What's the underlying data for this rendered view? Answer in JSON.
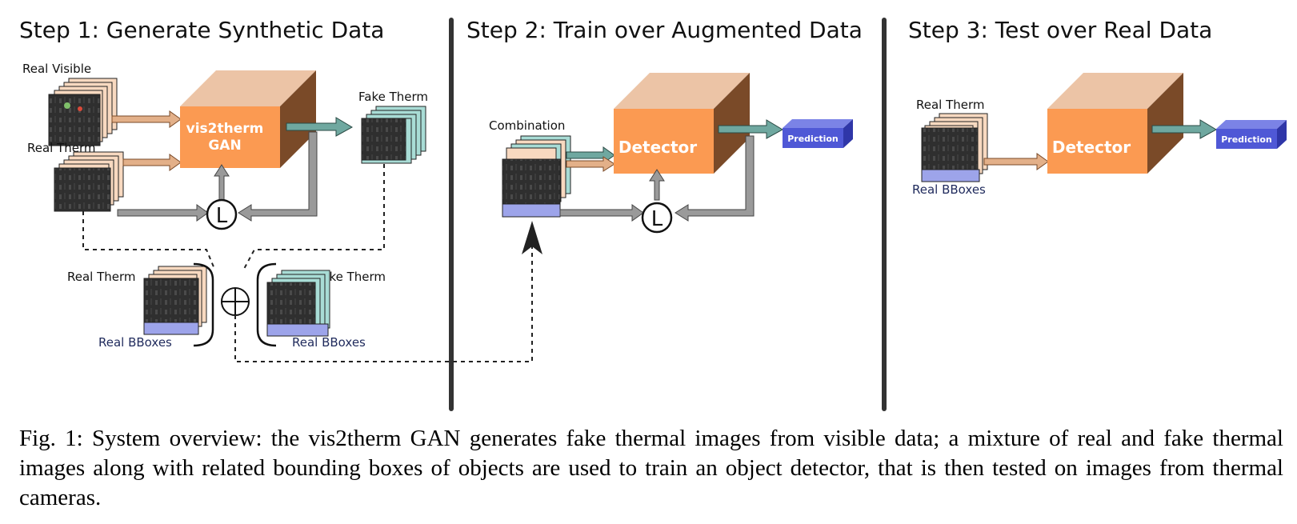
{
  "steps": {
    "step1": "Step 1: Generate Synthetic Data",
    "step2": "Step 2: Train over Augmented Data",
    "step3": "Step 3: Test over Real Data"
  },
  "labels": {
    "real_visible": "Real Visible",
    "real_therm": "Real Therm",
    "fake_therm": "Fake Therm",
    "real_bboxes": "Real BBoxes",
    "combination": "Combination",
    "gan_line1": "vis2therm",
    "gan_line2": "GAN",
    "detector": "Detector",
    "prediction": "Prediction",
    "loss": "L"
  },
  "colors": {
    "box_front": "#fb9a52",
    "box_top": "#ecc4a6",
    "box_side": "#7a4a28",
    "thermal_dark": "#2b2b2b",
    "bbox_blue": "#9da4ea",
    "prediction_blue": "#4f58d6",
    "arrow_teal": "#6fa8a0",
    "arrow_peach": "#e3b089",
    "arrow_gray": "#9a9a9a"
  },
  "caption": "Fig. 1: System overview: the vis2therm GAN generates fake thermal images from visible data; a mixture of real and fake thermal images along with related bounding boxes of objects are used to train an object detector, that is then tested on images from thermal cameras."
}
